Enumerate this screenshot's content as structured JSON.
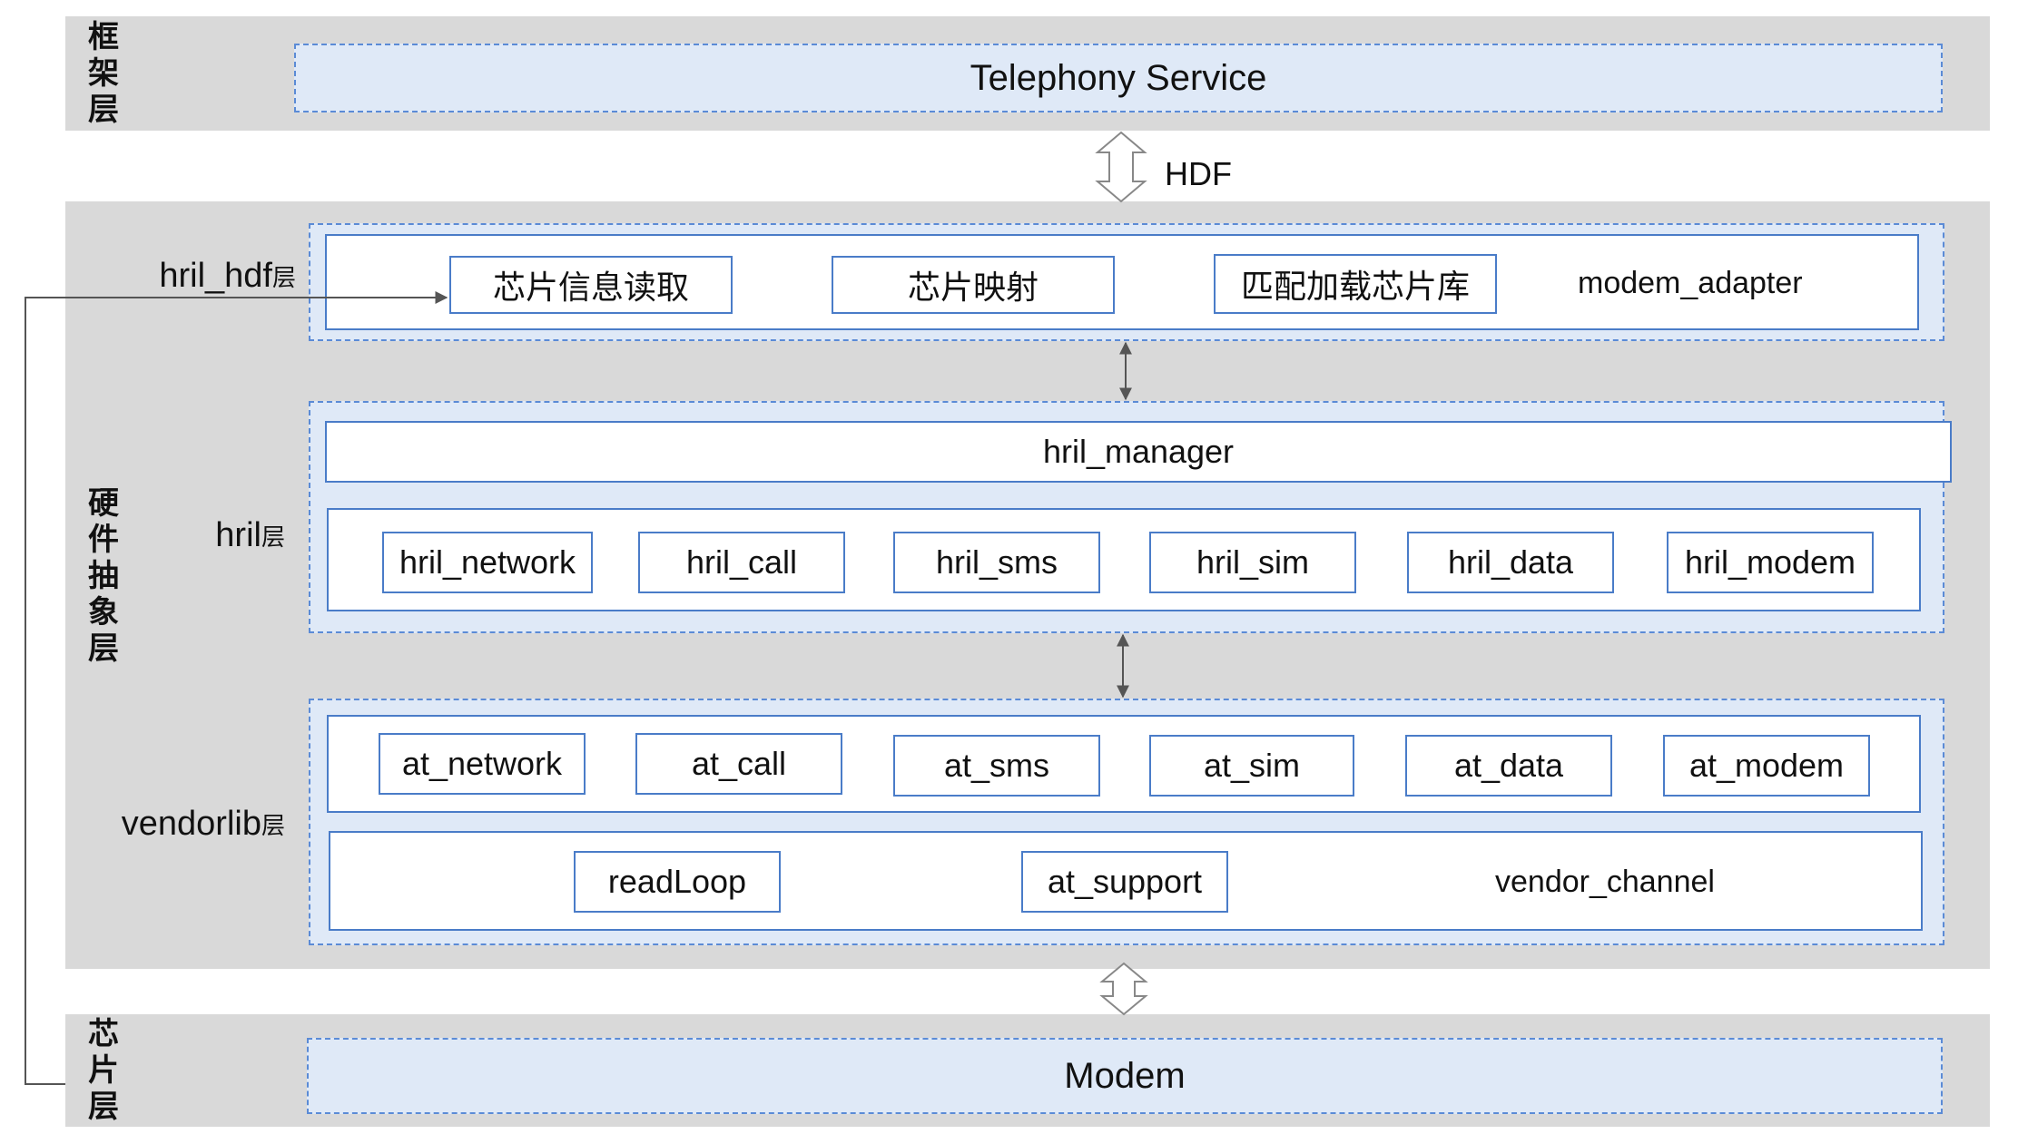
{
  "framework_layer": {
    "label": [
      "框",
      "架",
      "层"
    ],
    "service": "Telephony Service"
  },
  "hdf_label": "HDF",
  "hal_layer": {
    "label": [
      "硬",
      "件",
      "抽",
      "象",
      "层"
    ],
    "hril_hdf": {
      "label_main": "hril_hdf",
      "label_suffix": "层",
      "items": [
        "芯片信息读取",
        "芯片映射",
        "匹配加载芯片库"
      ],
      "adapter": "modem_adapter"
    },
    "hril": {
      "label_main": "hril",
      "label_suffix": "层",
      "manager": "hril_manager",
      "items": [
        "hril_network",
        "hril_call",
        "hril_sms",
        "hril_sim",
        "hril_data",
        "hril_modem"
      ]
    },
    "vendorlib": {
      "label_main": "vendorlib",
      "label_suffix": "层",
      "items": [
        "at_network",
        "at_call",
        "at_sms",
        "at_sim",
        "at_data",
        "at_modem"
      ],
      "read_loop": "readLoop",
      "at_support": "at_support",
      "vendor_channel": "vendor_channel"
    }
  },
  "chip_layer": {
    "label": [
      "芯",
      "片",
      "层"
    ],
    "modem": "Modem"
  },
  "colors": {
    "band": "#d9d9d9",
    "dashed_border": "#5b8bd6",
    "light_blue_fill": "#dfe9f7",
    "box_border": "#4a7cc8"
  }
}
